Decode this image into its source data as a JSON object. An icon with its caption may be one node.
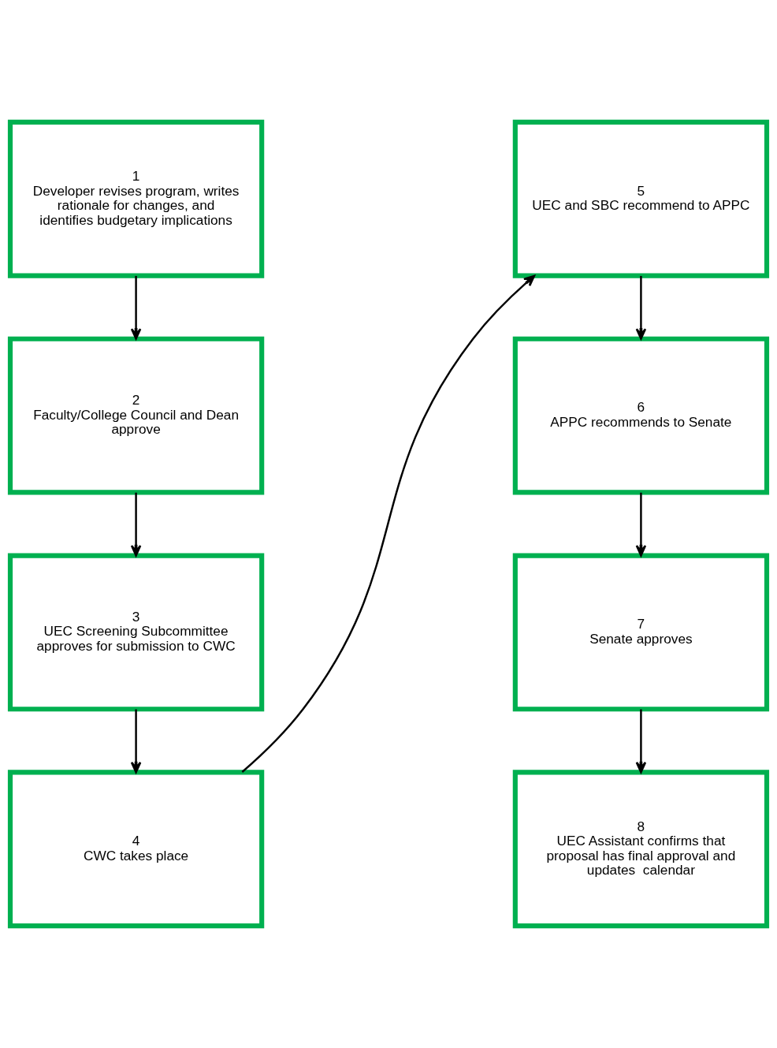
{
  "diagram": {
    "nodes": [
      {
        "text": [
          "1",
          "Developer revises program, writes rationale for changes, and identifies budgetary implications"
        ]
      },
      {
        "text": [
          "2",
          "Faculty/College Council and Dean approve"
        ]
      },
      {
        "text": [
          "3",
          "UEC Screening Subcommittee approves for submission to CWC"
        ]
      },
      {
        "text": [
          "4",
          "CWC takes place"
        ]
      },
      {
        "text": [
          "5",
          "UEC and SBC recommend to APPC"
        ]
      },
      {
        "text": [
          "6",
          "APPC recommends to Senate"
        ]
      },
      {
        "text": [
          "7",
          "Senate approves"
        ]
      },
      {
        "text": [
          "8",
          "UEC Assistant confirms that proposal has final approval and updates  calendar"
        ]
      }
    ],
    "edges": [
      {
        "from": 0,
        "to": 1,
        "arrow": "to"
      },
      {
        "from": 1,
        "to": 2,
        "arrow": "to"
      },
      {
        "from": 2,
        "to": 3,
        "arrow": "to"
      },
      {
        "from": 3,
        "to": 4,
        "arrow": "to"
      },
      {
        "from": 4,
        "to": 5,
        "arrow": "to"
      },
      {
        "from": 5,
        "to": 6,
        "arrow": "to"
      },
      {
        "from": 6,
        "to": 7,
        "arrow": "to"
      }
    ]
  }
}
